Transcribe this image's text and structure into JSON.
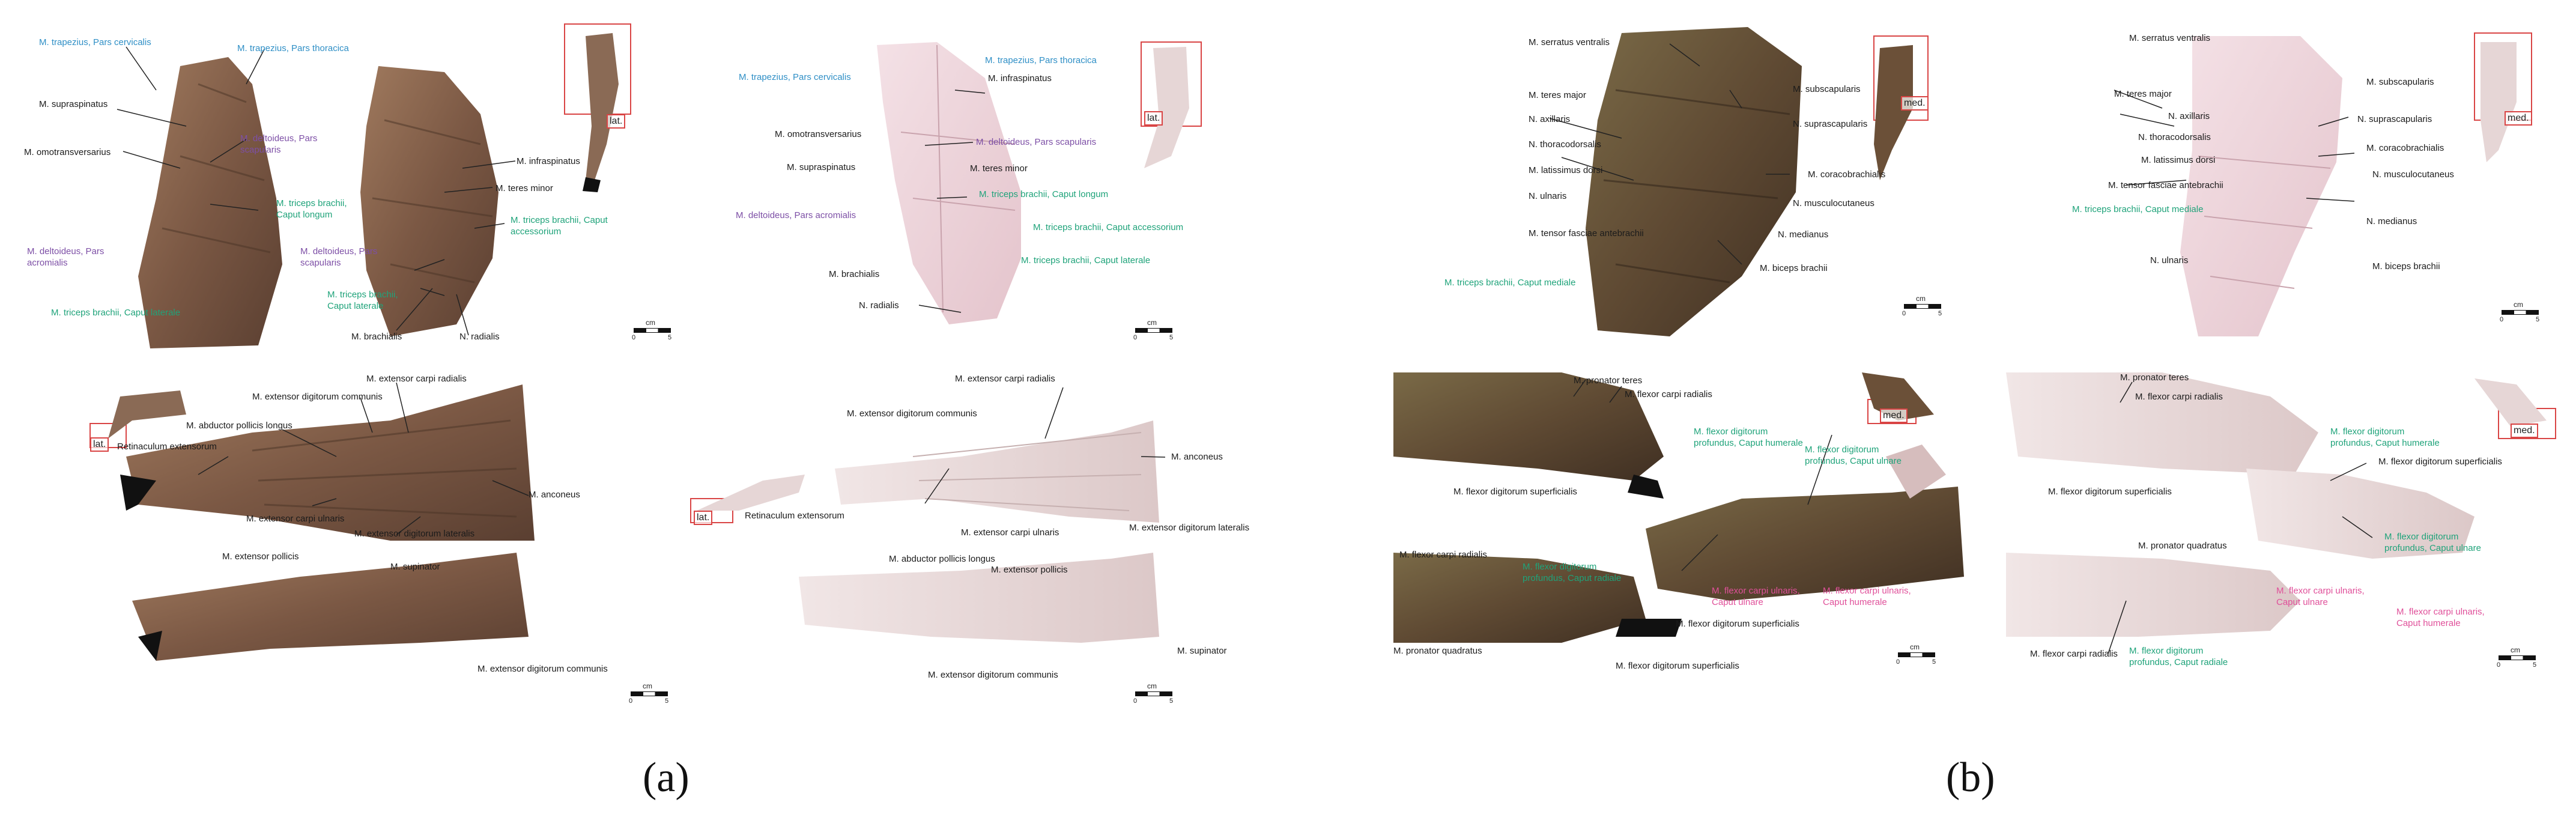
{
  "panels": [
    {
      "id": "a",
      "label": "(a)"
    },
    {
      "id": "b",
      "label": "(b)"
    }
  ],
  "orientation_tags": {
    "lat": "lat.",
    "med": "med."
  },
  "scalebar": {
    "unit": "cm",
    "start": "0",
    "end": "5"
  },
  "labels": {
    "a1": [
      {
        "text": "M. trapezius, Pars cervicalis",
        "color": "blue"
      },
      {
        "text": "M. trapezius, Pars thoracica",
        "color": "blue"
      },
      {
        "text": "M. supraspinatus",
        "color": "black"
      },
      {
        "text": "M. omotransversarius",
        "color": "black"
      },
      {
        "text": "M. deltoideus, Pars scapularis",
        "color": "purple"
      },
      {
        "text": "M. deltoideus, Pars acromialis",
        "color": "purple"
      },
      {
        "text": "M. triceps brachii, Caput longum",
        "color": "green"
      },
      {
        "text": "M. triceps brachii, Caput laterale",
        "color": "green"
      },
      {
        "text": "M. infraspinatus",
        "color": "black"
      },
      {
        "text": "M. teres minor",
        "color": "black"
      },
      {
        "text": "M. triceps brachii, Caput accessorium",
        "color": "green"
      },
      {
        "text": "M. deltoideus, Pars scapularis",
        "color": "purple"
      },
      {
        "text": "M. triceps brachii, Caput laterale",
        "color": "green"
      },
      {
        "text": "M. brachialis",
        "color": "black"
      },
      {
        "text": "N. radialis",
        "color": "black"
      }
    ],
    "a2": [
      {
        "text": "M. trapezius, Pars cervicalis",
        "color": "blue"
      },
      {
        "text": "M. trapezius, Pars thoracica",
        "color": "blue"
      },
      {
        "text": "M. infraspinatus",
        "color": "black"
      },
      {
        "text": "M. omotransversarius",
        "color": "black"
      },
      {
        "text": "M. deltoideus, Pars scapularis",
        "color": "purple"
      },
      {
        "text": "M. supraspinatus",
        "color": "black"
      },
      {
        "text": "M. teres minor",
        "color": "black"
      },
      {
        "text": "M. deltoideus, Pars acromialis",
        "color": "purple"
      },
      {
        "text": "M. triceps brachii, Caput longum",
        "color": "green"
      },
      {
        "text": "M. triceps brachii, Caput accessorium",
        "color": "green"
      },
      {
        "text": "M. triceps brachii, Caput laterale",
        "color": "green"
      },
      {
        "text": "M. brachialis",
        "color": "black"
      },
      {
        "text": "N. radialis",
        "color": "black"
      }
    ],
    "a3": [
      {
        "text": "M. extensor carpi radialis",
        "color": "black"
      },
      {
        "text": "M. extensor digitorum communis",
        "color": "black"
      },
      {
        "text": "M. abductor pollicis longus",
        "color": "black"
      },
      {
        "text": "Retinaculum extensorum",
        "color": "black"
      },
      {
        "text": "M. anconeus",
        "color": "black"
      },
      {
        "text": "M. extensor carpi ulnaris",
        "color": "black"
      },
      {
        "text": "M. extensor digitorum lateralis",
        "color": "black"
      },
      {
        "text": "M. extensor pollicis",
        "color": "black"
      },
      {
        "text": "M. supinator",
        "color": "black"
      },
      {
        "text": "M. extensor digitorum communis",
        "color": "black"
      }
    ],
    "a4": [
      {
        "text": "M. extensor carpi radialis",
        "color": "black"
      },
      {
        "text": "M. extensor digitorum communis",
        "color": "black"
      },
      {
        "text": "M. anconeus",
        "color": "black"
      },
      {
        "text": "Retinaculum extensorum",
        "color": "black"
      },
      {
        "text": "M. extensor carpi ulnaris",
        "color": "black"
      },
      {
        "text": "M. extensor digitorum lateralis",
        "color": "black"
      },
      {
        "text": "M. abductor pollicis longus",
        "color": "black"
      },
      {
        "text": "M. extensor pollicis",
        "color": "black"
      },
      {
        "text": "M. supinator",
        "color": "black"
      },
      {
        "text": "M. extensor digitorum communis",
        "color": "black"
      }
    ],
    "b1": [
      {
        "text": "M. serratus ventralis",
        "color": "black"
      },
      {
        "text": "M. teres major",
        "color": "black"
      },
      {
        "text": "M. subscapularis",
        "color": "black"
      },
      {
        "text": "N. axillaris",
        "color": "black"
      },
      {
        "text": "N. suprascapularis",
        "color": "black"
      },
      {
        "text": "N. thoracodorsalis",
        "color": "black"
      },
      {
        "text": "M. latissimus dorsi",
        "color": "black"
      },
      {
        "text": "M. coracobrachialis",
        "color": "black"
      },
      {
        "text": "N. ulnaris",
        "color": "black"
      },
      {
        "text": "N. musculocutaneus",
        "color": "black"
      },
      {
        "text": "M. tensor fasciae antebrachii",
        "color": "black"
      },
      {
        "text": "N. medianus",
        "color": "black"
      },
      {
        "text": "M. biceps brachii",
        "color": "black"
      },
      {
        "text": "M. triceps brachii, Caput mediale",
        "color": "green"
      }
    ],
    "b2": [
      {
        "text": "M. serratus ventralis",
        "color": "black"
      },
      {
        "text": "M. subscapularis",
        "color": "black"
      },
      {
        "text": "M. teres major",
        "color": "black"
      },
      {
        "text": "N. axillaris",
        "color": "black"
      },
      {
        "text": "N. suprascapularis",
        "color": "black"
      },
      {
        "text": "N. thoracodorsalis",
        "color": "black"
      },
      {
        "text": "M. coracobrachialis",
        "color": "black"
      },
      {
        "text": "M. latissimus dorsi",
        "color": "black"
      },
      {
        "text": "N. musculocutaneus",
        "color": "black"
      },
      {
        "text": "M. tensor fasciae antebrachii",
        "color": "black"
      },
      {
        "text": "M. triceps brachii, Caput mediale",
        "color": "green"
      },
      {
        "text": "N. medianus",
        "color": "black"
      },
      {
        "text": "N. ulnaris",
        "color": "black"
      },
      {
        "text": "M. biceps brachii",
        "color": "black"
      }
    ],
    "b3": [
      {
        "text": "M. pronator teres",
        "color": "black"
      },
      {
        "text": "M. flexor carpi radialis",
        "color": "black"
      },
      {
        "text": "M. flexor digitorum profundus, Caput humerale",
        "color": "green"
      },
      {
        "text": "M. flexor digitorum profundus, Caput ulnare",
        "color": "green"
      },
      {
        "text": "M. flexor digitorum superficialis",
        "color": "black"
      },
      {
        "text": "M. flexor carpi radialis",
        "color": "black"
      },
      {
        "text": "M. flexor digitorum profundus, Caput radiale",
        "color": "green"
      },
      {
        "text": "M. flexor carpi ulnaris, Caput ulnare",
        "color": "pink"
      },
      {
        "text": "M. flexor carpi ulnaris, Caput humerale",
        "color": "pink"
      },
      {
        "text": "M. pronator quadratus",
        "color": "black"
      },
      {
        "text": "M. flexor digitorum superficialis",
        "color": "black"
      },
      {
        "text": "M. flexor digitorum superficialis",
        "color": "black"
      }
    ],
    "b4": [
      {
        "text": "M. pronator teres",
        "color": "black"
      },
      {
        "text": "M. flexor carpi radialis",
        "color": "black"
      },
      {
        "text": "M. flexor digitorum profundus, Caput humerale",
        "color": "green"
      },
      {
        "text": "M. flexor digitorum superficialis",
        "color": "black"
      },
      {
        "text": "M. flexor digitorum superficialis",
        "color": "black"
      },
      {
        "text": "M. pronator quadratus",
        "color": "black"
      },
      {
        "text": "M. flexor digitorum profundus, Caput ulnare",
        "color": "green"
      },
      {
        "text": "M. flexor carpi ulnaris, Caput ulnare",
        "color": "pink"
      },
      {
        "text": "M. flexor carpi ulnaris, Caput humerale",
        "color": "pink"
      },
      {
        "text": "M. flexor carpi radialis",
        "color": "black"
      },
      {
        "text": "M. flexor digitorum profundus, Caput radiale",
        "color": "green"
      }
    ]
  }
}
